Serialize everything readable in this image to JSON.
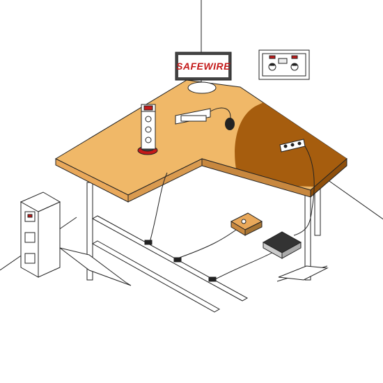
{
  "brand": {
    "logo_text": "SAFEWIRE",
    "colors": {
      "logo_red": "#c41a1a",
      "logo_dark": "#3a3a3a"
    }
  },
  "scene": {
    "desk_color_light": "#f0b868",
    "desk_color_dark": "#a65d0e",
    "line_color": "#222222",
    "component_names": [
      "ceiling-cable",
      "wall-monitor-sign",
      "wall-double-socket",
      "desk-cable-grommet",
      "pop-up-tower-socket",
      "desk-power-module",
      "mouse",
      "desk-mounted-power-strip",
      "floor-standing-tower",
      "floor-trunking-track",
      "floor-box-brass",
      "floor-box-black"
    ]
  }
}
